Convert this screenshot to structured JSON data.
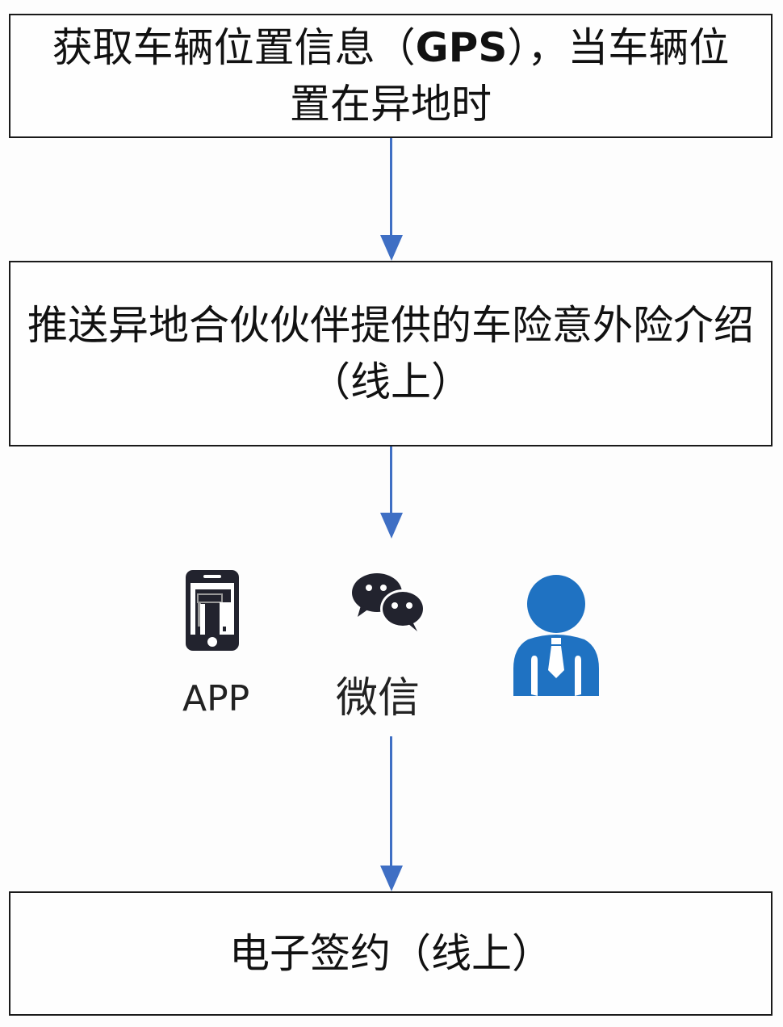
{
  "flow": {
    "step1": {
      "text_main": "获取车辆位置信息（",
      "text_gps": "GPS",
      "text_rest": "），当车辆位置在异地时"
    },
    "step2": {
      "text": "推送异地合伙伙伴提供的车险意外险介绍（线上）"
    },
    "channels": [
      {
        "label": "APP",
        "icon": "smartphone-icon"
      },
      {
        "label": "微信",
        "icon": "wechat-icon"
      },
      {
        "label": "",
        "icon": "agent-person-icon"
      }
    ],
    "step3": {
      "text": "电子签约（线上）"
    }
  },
  "colors": {
    "arrow": "#3f6fc4",
    "person_icon": "#1f72c2",
    "icon_dark": "#22232e",
    "border": "#1a1a1a"
  }
}
